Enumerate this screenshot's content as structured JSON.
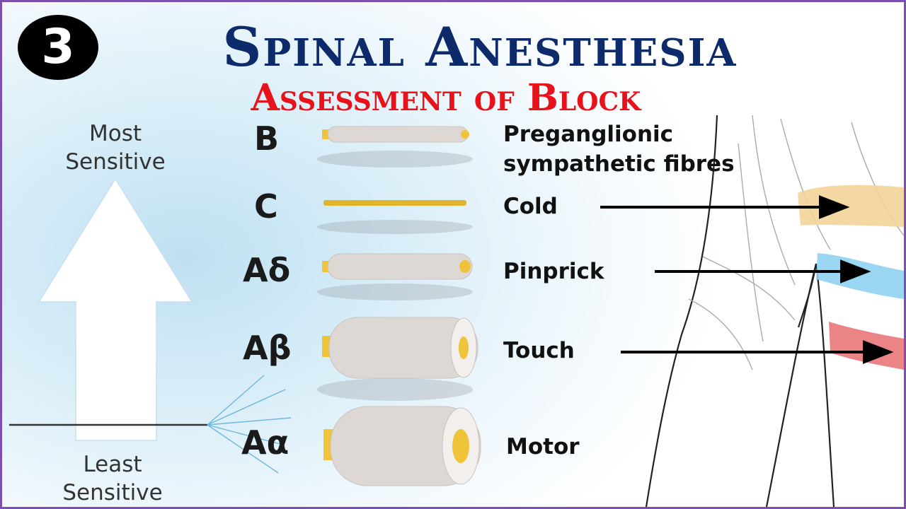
{
  "badge": {
    "number": "3"
  },
  "title": "Spinal Anesthesia",
  "subtitle": "Assessment of Block",
  "scale": {
    "top_line1": "Most",
    "top_line2": "Sensitive",
    "bottom_line1": "Least",
    "bottom_line2": "Sensitive"
  },
  "fibers": [
    {
      "type": "B",
      "modality_line1": "Preganglionic",
      "modality_line2": "sympathetic fibres"
    },
    {
      "type": "C",
      "modality_line1": "Cold"
    },
    {
      "type": "Aδ",
      "modality_line1": "Pinprick"
    },
    {
      "type": "Aβ",
      "modality_line1": "Touch"
    },
    {
      "type": "Aα",
      "modality_line1": "Motor"
    }
  ],
  "colors": {
    "title": "#0d2a6b",
    "subtitle": "#e8121a",
    "cold_band": "#f3d49a",
    "pinprick_band": "#8fd0ef",
    "touch_band": "#e9777a",
    "myelin": "#f0c43a",
    "frame": "#7d4fb0"
  }
}
